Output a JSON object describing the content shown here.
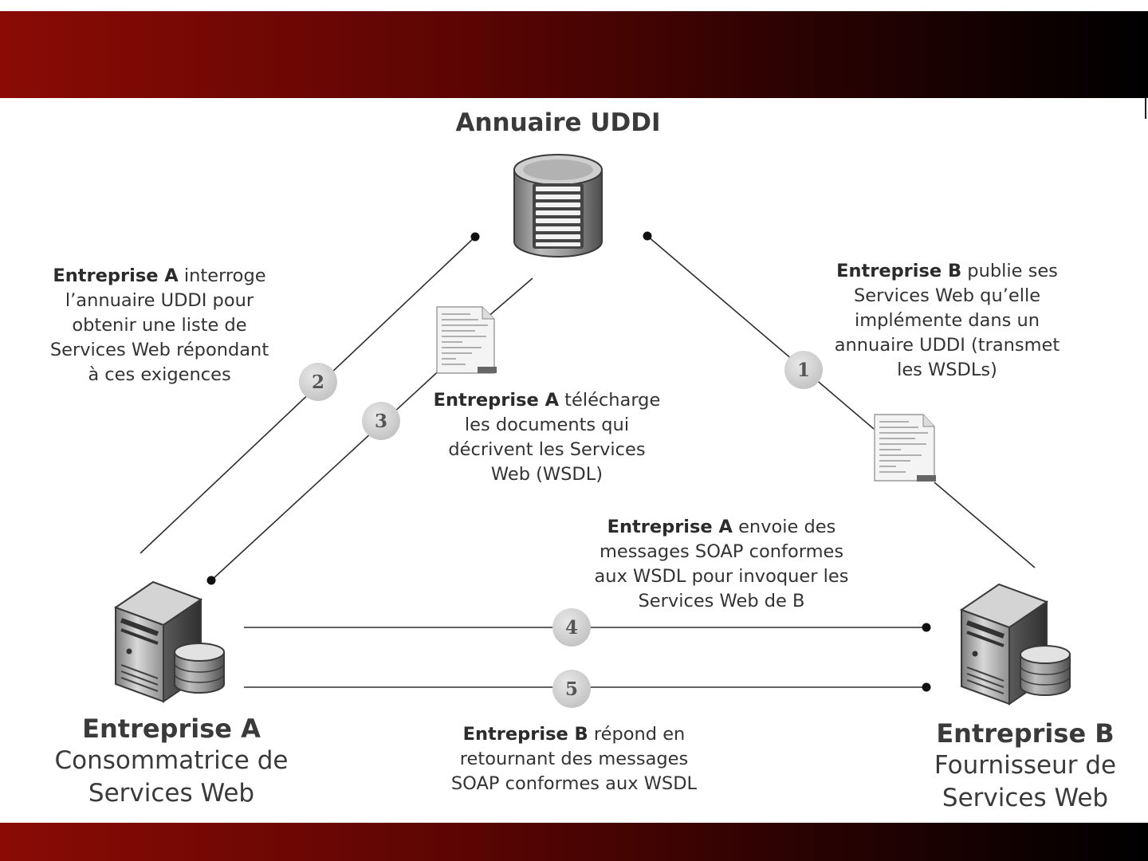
{
  "title": "Annuaire UDDI",
  "entities": {
    "a": {
      "name": "Entreprise A",
      "role_line1": "Consommatrice de",
      "role_line2": "Services Web"
    },
    "b": {
      "name": "Entreprise B",
      "role_line1": "Fournisseur de",
      "role_line2": "Services Web"
    }
  },
  "steps": {
    "s1": {
      "number": "1",
      "bold": "Entreprise B",
      "line1": " publie ses",
      "line2": "Services Web qu’elle",
      "line3": "implémente dans un",
      "line4": "annuaire UDDI (transmet",
      "line5": "les WSDLs)"
    },
    "s2": {
      "number": "2",
      "bold": "Entreprise A",
      "line1": " interroge",
      "line2": "l’annuaire UDDI pour",
      "line3": "obtenir une liste de",
      "line4": "Services Web répondant",
      "line5": "à ces exigences"
    },
    "s3": {
      "number": "3",
      "bold": "Entreprise A",
      "line1": " télécharge",
      "line2": "les documents qui",
      "line3": "décrivent les Services",
      "line4": "Web (WSDL)"
    },
    "s4": {
      "number": "4",
      "bold": "Entreprise A",
      "line1": " envoie des",
      "line2": "messages SOAP conformes",
      "line3": "aux WSDL pour invoquer les",
      "line4": "Services Web de B"
    },
    "s5": {
      "number": "5",
      "bold": "Entreprise B",
      "line1": " répond en",
      "line2": "retournant des messages",
      "line3": "SOAP conformes aux WSDL"
    }
  },
  "colors": {
    "band_start": "#8a0b05",
    "band_end": "#000000",
    "badge": "#d6d6d6"
  },
  "icons": {
    "registry": "database-icon",
    "server": "server-database-icon",
    "document": "wsdl-document-icon"
  }
}
